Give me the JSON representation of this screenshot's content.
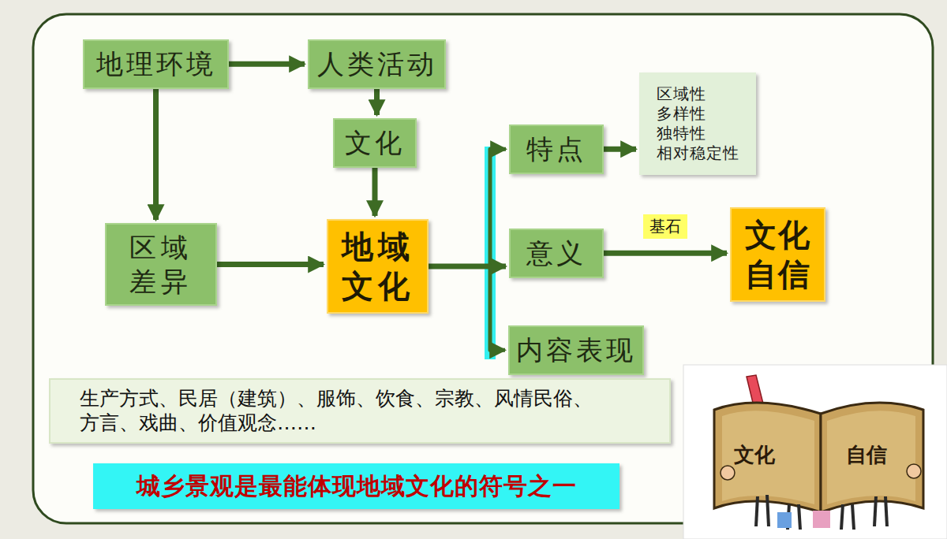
{
  "diagram": {
    "nodes": [
      {
        "text": [
          "地理环境"
        ]
      },
      {
        "text": [
          "人类活动"
        ]
      },
      {
        "text": [
          "区域性 多样性 独特性 相对稳定性"
        ]
      },
      {
        "text": [
          "文化"
        ]
      },
      {
        "text": [
          "特点"
        ]
      },
      {
        "text": [
          "区域 差异"
        ]
      },
      {
        "text": [
          "地域 文化"
        ]
      },
      {
        "text": [
          "意义"
        ]
      },
      {
        "text": [
          "文化 自信"
        ]
      },
      {
        "text": [
          "内容表现"
        ]
      },
      {
        "text": [
          "生产方式、民居（建筑）、服饰、饮食、宗教、风情民俗、 方言、戏曲、价值观念……"
        ]
      },
      {
        "text": [
          "城乡景观是最能体现地域文化的符号之一"
        ]
      }
    ],
    "edges": [
      {
        "from": 0,
        "to": 1,
        "arrow": "to"
      },
      {
        "from": 0,
        "to": 5,
        "arrow": "to"
      },
      {
        "from": 1,
        "to": 3,
        "arrow": "to"
      },
      {
        "from": 3,
        "to": 6,
        "arrow": "to"
      },
      {
        "from": 5,
        "to": 6,
        "arrow": "to"
      },
      {
        "from": 6,
        "to": 4,
        "arrow": "to"
      },
      {
        "from": 6,
        "to": 7,
        "arrow": "to"
      },
      {
        "from": 6,
        "to": 9,
        "arrow": "to"
      },
      {
        "from": 4,
        "to": 2,
        "arrow": "to"
      },
      {
        "from": 7,
        "to": 8,
        "label": "基石",
        "arrow": "to"
      }
    ],
    "labels": [
      "文化",
      "自信"
    ]
  }
}
